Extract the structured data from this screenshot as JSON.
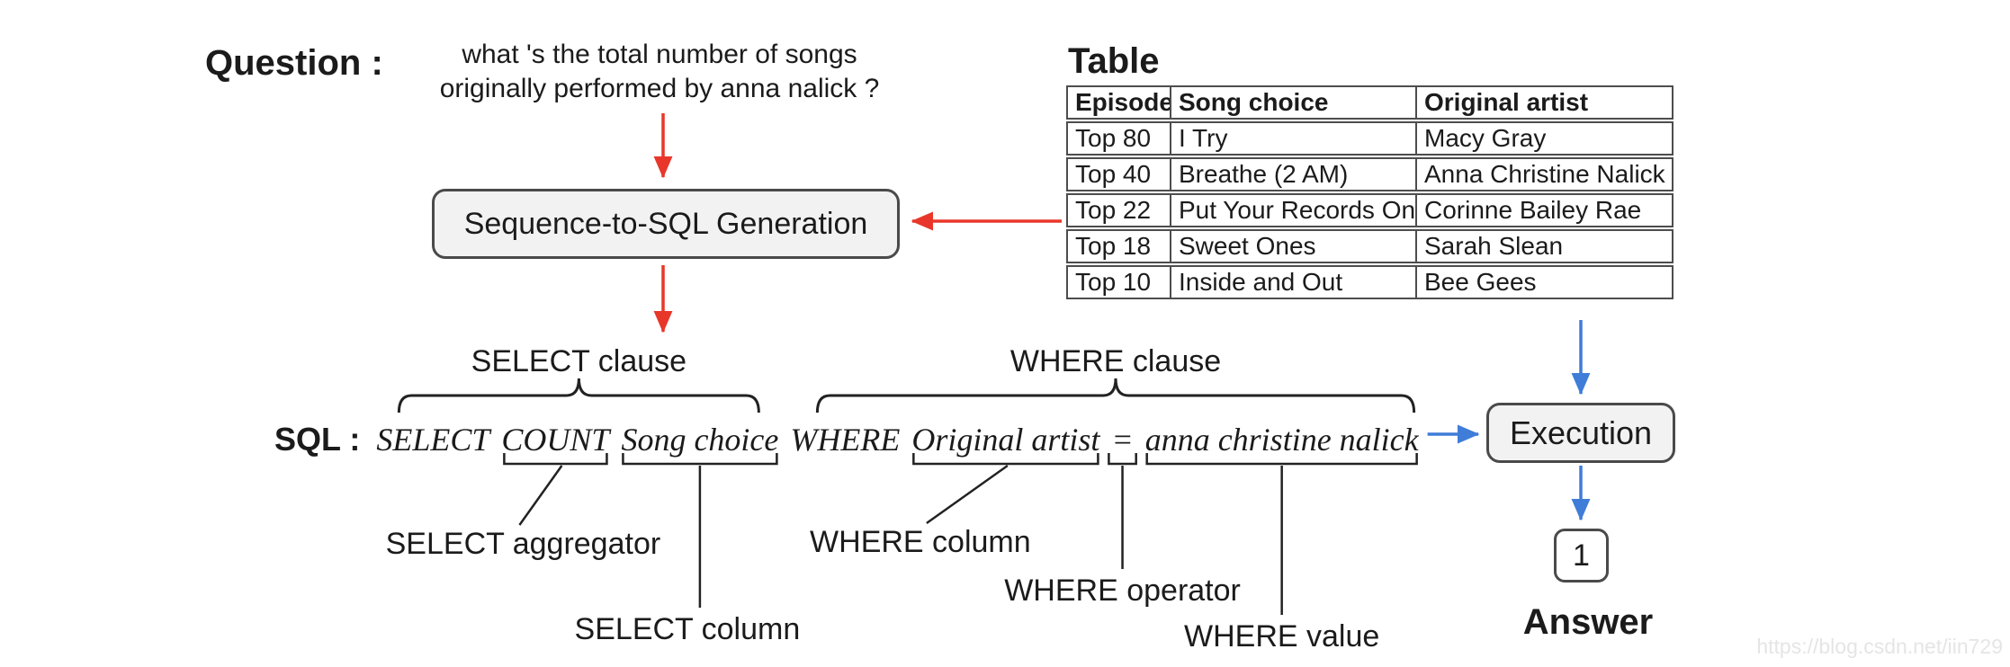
{
  "colors": {
    "red": "#e8372a",
    "blue": "#3f7dd8",
    "box_border": "#4a4a4a",
    "box_fill": "#f2f2f2",
    "table_border": "#4d4d4d",
    "annotation_ink": "#222222",
    "watermark": "#e5e5e5"
  },
  "question": {
    "label": "Question :",
    "line1": "what 's the total number of songs",
    "line2": "originally performed by anna nalick ?"
  },
  "pipeline": {
    "generator_box_label": "Sequence-to-SQL Generation",
    "execution_box_label": "Execution",
    "answer_value": "1",
    "answer_label": "Answer"
  },
  "table": {
    "label": "Table",
    "headers": [
      "Episode",
      "Song choice",
      "Original artist"
    ],
    "rows": [
      [
        "Top 80",
        "I Try",
        "Macy Gray"
      ],
      [
        "Top 40",
        "Breathe (2 AM)",
        "Anna Christine Nalick"
      ],
      [
        "Top 22",
        "Put Your Records On",
        "Corinne Bailey Rae"
      ],
      [
        "Top 18",
        "Sweet Ones",
        "Sarah Slean"
      ],
      [
        "Top 10",
        "Inside and Out",
        "Bee Gees"
      ]
    ]
  },
  "sql": {
    "label": "SQL :",
    "select_keyword": "SELECT",
    "select_aggregator": "COUNT",
    "select_column": "Song choice",
    "where_keyword": "WHERE",
    "where_column": "Original artist",
    "where_operator": "=",
    "where_value": "anna christine nalick"
  },
  "annotations": {
    "select_clause": "SELECT clause",
    "where_clause": "WHERE clause",
    "select_aggregator": "SELECT aggregator",
    "select_column": "SELECT column",
    "where_column": "WHERE column",
    "where_operator": "WHERE operator",
    "where_value": "WHERE value"
  },
  "watermark": "https://blog.csdn.net/iin729"
}
